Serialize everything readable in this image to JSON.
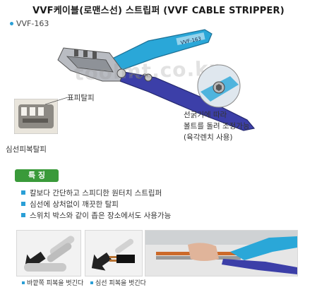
{
  "title": "VVF케이블(로맨스선) 스트립퍼 (VVF CABLE STRIPPER)",
  "model": "VVF-163",
  "watermark": "toolmt.co.kr",
  "tool_label": "VVF-163",
  "callouts": {
    "sheath": "표피탈피",
    "core": "심선피복탈피",
    "adjust_line1": "선굵기에 따라",
    "adjust_line2": "볼트를 돌려 조정가능",
    "adjust_line3": "(육각렌치 사용)"
  },
  "features": {
    "badge": "특 징",
    "items": [
      "칼보다 간단하고 스피디한 원터치 스트립퍼",
      "심선에 상처없이 깨끗한 탈피",
      "스위치 박스와 같이 좁은 장소에서도 사용가능"
    ]
  },
  "captions": {
    "first": "바깥쪽 피복을 벗긴다",
    "second": "심선 피복을 벗긴다"
  },
  "colors": {
    "handle_blue": "#2aa7d8",
    "handle_purple": "#3c3fa8",
    "accent_green": "#3a9a3a",
    "bullet_blue": "#2a9fd6"
  }
}
